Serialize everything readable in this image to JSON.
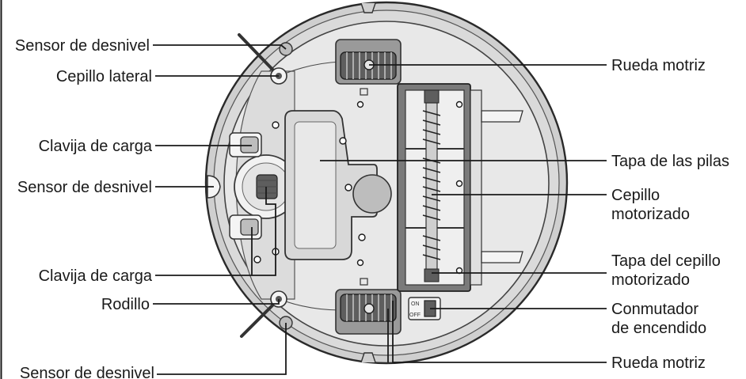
{
  "labels": {
    "cliff_sensor_top": "Sensor de desnivel",
    "side_brush": "Cepillo lateral",
    "charging_pin_top": "Clavija de carga",
    "cliff_sensor_mid": "Sensor de desnivel",
    "charging_pin_bottom": "Clavija de carga",
    "roller": "Rodillo",
    "cliff_sensor_bottom": "Sensor de desnivel",
    "drive_wheel_top": "Rueda motriz",
    "battery_cover": "Tapa de las pilas",
    "motor_brush_line1": "Cepillo",
    "motor_brush_line2": "motorizado",
    "brush_cover_line1": "Tapa del cepillo",
    "brush_cover_line2": "motorizado",
    "power_switch_line1": "Conmutador",
    "power_switch_line2": "de encendido",
    "drive_wheel_bottom": "Rueda motriz"
  },
  "switch_marks": {
    "on": "ON",
    "off": "OFF"
  },
  "colors": {
    "body_outer": "#d4d4d4",
    "body_inner": "#e6e6e6",
    "dark_part": "#5e5e5e",
    "mid_part": "#9a9a9a",
    "light_part": "#efefef",
    "line": "#1a1a1a"
  }
}
